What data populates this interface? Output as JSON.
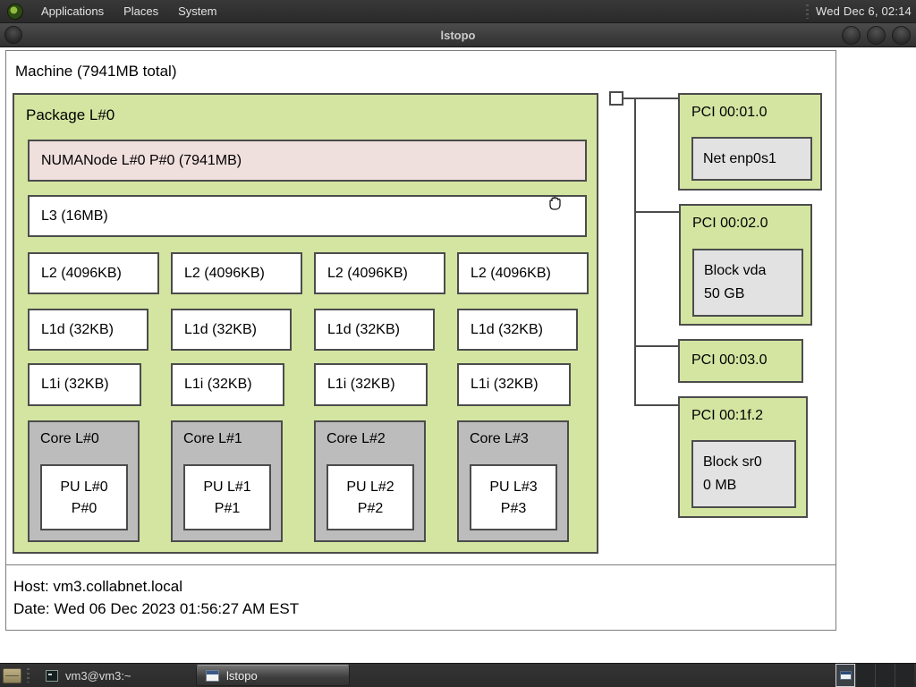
{
  "menubar": {
    "items": [
      "Applications",
      "Places",
      "System"
    ],
    "clock": "Wed Dec 6, 02:14"
  },
  "window": {
    "title": "lstopo"
  },
  "machine": {
    "label": "Machine (7941MB total)"
  },
  "package": {
    "label": "Package L#0",
    "numanode": "NUMANode L#0 P#0 (7941MB)",
    "l3": "L3 (16MB)",
    "l2": [
      "L2 (4096KB)",
      "L2 (4096KB)",
      "L2 (4096KB)",
      "L2 (4096KB)"
    ],
    "l1d": [
      "L1d (32KB)",
      "L1d (32KB)",
      "L1d (32KB)",
      "L1d (32KB)"
    ],
    "l1i": [
      "L1i (32KB)",
      "L1i (32KB)",
      "L1i (32KB)",
      "L1i (32KB)"
    ],
    "cores": [
      {
        "label": "Core L#0",
        "pu1": "PU L#0",
        "pu2": "P#0"
      },
      {
        "label": "Core L#1",
        "pu1": "PU L#1",
        "pu2": "P#1"
      },
      {
        "label": "Core L#2",
        "pu1": "PU L#2",
        "pu2": "P#2"
      },
      {
        "label": "Core L#3",
        "pu1": "PU L#3",
        "pu2": "P#3"
      }
    ]
  },
  "pci": [
    {
      "label": "PCI 00:01.0",
      "device": "Net enp0s1"
    },
    {
      "label": "PCI 00:02.0",
      "dev1": "Block vda",
      "dev2": "50 GB"
    },
    {
      "label": "PCI 00:03.0"
    },
    {
      "label": "PCI 00:1f.2",
      "dev1": "Block sr0",
      "dev2": "0 MB"
    }
  ],
  "legend": {
    "host": "Host: vm3.collabnet.local",
    "date": "Date: Wed 06 Dec 2023 01:56:27 AM EST"
  },
  "taskbar": {
    "terminal_label": "vm3@vm3:~",
    "lstopo_label": "lstopo"
  },
  "icons": {
    "menubar_logo": "distributor-logo-icon",
    "window_buttons": [
      "minimize-icon",
      "maximize-icon",
      "close-icon"
    ],
    "cursor": "grab-hand-cursor",
    "taskbar_left": "file-manager-icon",
    "terminal_button": "terminal-icon",
    "lstopo_button": "window-icon"
  },
  "colors": {
    "package_green": "#d3e5a1",
    "numa_pink": "#efdfdd",
    "core_gray": "#bcbcbc",
    "device_gray": "#e2e2e2",
    "box_border": "#4c4c4c",
    "panel_dark": "#2e2e2e"
  }
}
